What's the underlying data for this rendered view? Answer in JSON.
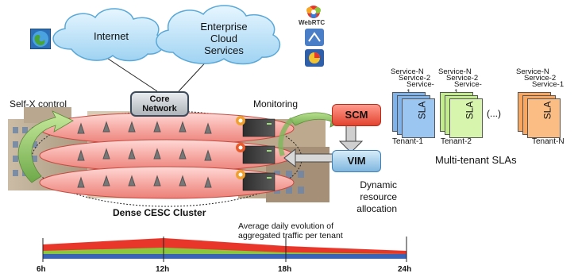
{
  "clouds": {
    "internet": "Internet",
    "enterprise": [
      "Enterprise",
      "Cloud",
      "Services"
    ]
  },
  "webrtc_label": "WebRTC",
  "core_network": [
    "Core",
    "Network"
  ],
  "self_x_control": "Self-X control",
  "monitoring": "Monitoring",
  "scm": "SCM",
  "vim": "VIM",
  "dynamic_allocation": [
    "Dynamic",
    "resource",
    "allocation"
  ],
  "cluster_label": "Dense CESC Cluster",
  "sla": {
    "card_label": "SLA",
    "ellipsis": "(...)",
    "tenants": [
      {
        "name": "Tenant-1",
        "services": [
          "Service-N",
          "Service-2",
          "Service-1"
        ],
        "color": "#7fb3ea"
      },
      {
        "name": "Tenant-2",
        "services": [
          "Service-N",
          "Service-2",
          "Service-1"
        ],
        "color": "#c3ec8e"
      },
      {
        "name": "Tenant-N",
        "services": [
          "Service-N",
          "Service-2",
          "Service-1"
        ],
        "color": "#f9a760"
      }
    ],
    "title": "Multi-tenant SLAs"
  },
  "traffic": {
    "caption": [
      "Average daily evolution of",
      "aggregated traffic per tenant"
    ],
    "ticks": [
      "6h",
      "12h",
      "18h",
      "24h"
    ],
    "colors": [
      "#3a63b5",
      "#8cc63f",
      "#e8372a"
    ]
  }
}
